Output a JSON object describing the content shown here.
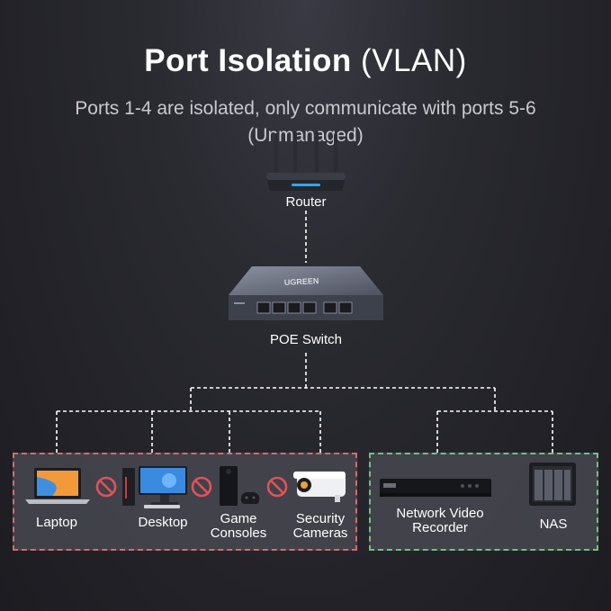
{
  "title": {
    "main": "Port Isolation",
    "suffix": "(VLAN)"
  },
  "subtitle": {
    "line1": "Ports 1-4 are isolated, only communicate with ports 5-6",
    "line2": "(Unmanaged)"
  },
  "router": {
    "label": "Router"
  },
  "switch": {
    "label": "POE Switch",
    "brand": "UGREEN"
  },
  "isolated_group": {
    "devices": [
      {
        "label_line1": "Laptop",
        "label_line2": ""
      },
      {
        "label_line1": "Desktop",
        "label_line2": ""
      },
      {
        "label_line1": "Game",
        "label_line2": "Consoles"
      },
      {
        "label_line1": "Security",
        "label_line2": "Cameras"
      }
    ],
    "border_color": "#d86a6a"
  },
  "shared_group": {
    "devices": [
      {
        "label_line1": "Network Video",
        "label_line2": "Recorder"
      },
      {
        "label_line1": "NAS",
        "label_line2": ""
      }
    ],
    "border_color": "#6cc37f"
  },
  "icons": [
    "router-icon",
    "switch-icon",
    "laptop-icon",
    "desktop-icon",
    "game-console-icon",
    "security-camera-icon",
    "nvr-icon",
    "nas-icon",
    "no-entry-icon"
  ]
}
